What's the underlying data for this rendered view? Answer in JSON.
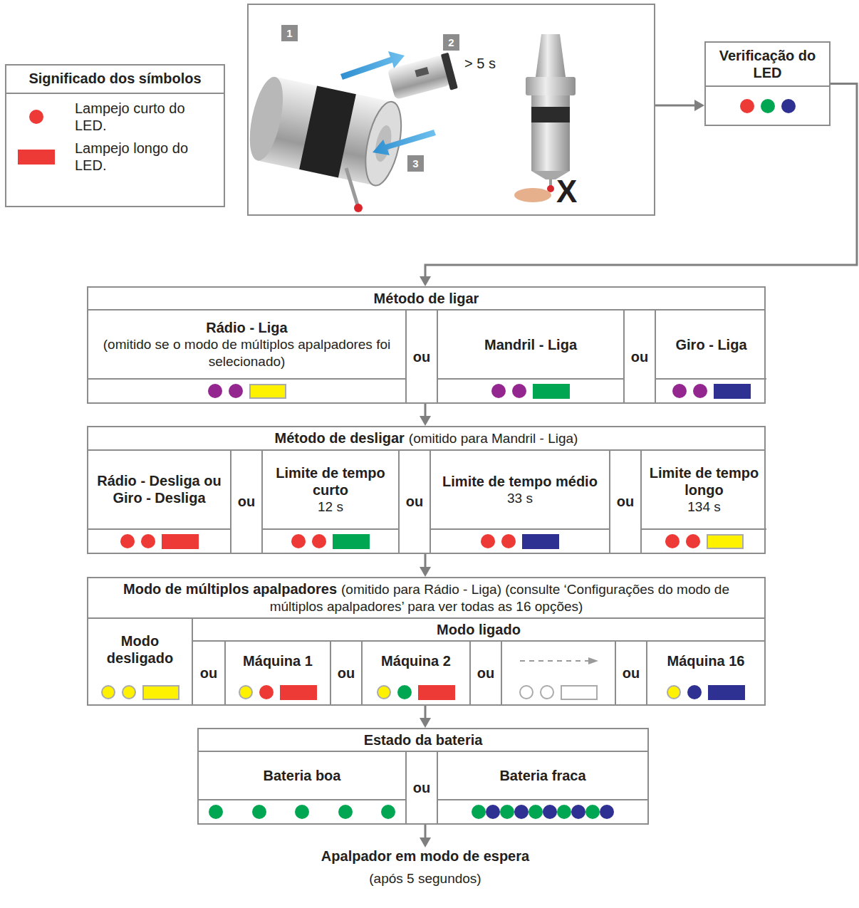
{
  "diagram": {
    "nodes": [
      {
        "text": [
          "> 5 s",
          "X"
        ]
      },
      {
        "text": [
          "1"
        ],
        "in": 0
      },
      {
        "text": [
          "2"
        ],
        "in": 0
      },
      {
        "text": [
          "3"
        ],
        "in": 0
      },
      {
        "text": [
          "Verificação do LED"
        ]
      },
      {
        "text": [
          "Método de ligar"
        ]
      },
      {
        "text": [
          "Rádio - Liga",
          "(omitido se o modo de múltiplos apalpadores foi selecionado)"
        ],
        "in": 5
      },
      {
        "text": [
          "Mandril - Liga"
        ],
        "in": 5
      },
      {
        "text": [
          "Giro - Liga"
        ],
        "in": 5
      },
      {
        "text": [
          "Método de desligar",
          "(omitido para Mandril - Liga)"
        ]
      },
      {
        "text": [
          "Rádio - Desliga ou Giro - Desliga"
        ],
        "in": 9
      },
      {
        "text": [
          "Limite de tempo curto",
          "12 s"
        ],
        "in": 9
      },
      {
        "text": [
          "Limite de tempo médio",
          "33 s"
        ],
        "in": 9
      },
      {
        "text": [
          "Limite de tempo longo",
          "134 s"
        ],
        "in": 9
      },
      {
        "text": [
          "Modo de múltiplos apalpadores",
          "(omitido para Rádio - Liga) (consulte ‘Configurações do modo de múltiplos apalpadores’ para ver todas as 16 opções)"
        ]
      },
      {
        "text": [
          "Modo desligado"
        ],
        "in": 14
      },
      {
        "text": [
          "Modo ligado"
        ],
        "in": 14
      },
      {
        "text": [
          "Máquina 1"
        ],
        "in": 16
      },
      {
        "text": [
          "Máquina 2"
        ],
        "in": 16
      },
      {
        "text": [
          "Máquina 16"
        ],
        "in": 16
      },
      {
        "text": [
          "Estado da bateria"
        ]
      },
      {
        "text": [
          "Bateria boa"
        ],
        "in": 20
      },
      {
        "text": [
          "Bateria fraca"
        ],
        "in": 20
      },
      {
        "text": [
          "Apalpador em modo de espera",
          "(após 5 segundos)"
        ]
      }
    ],
    "edges": [
      {
        "from": 0,
        "to": 4,
        "arrow": "to"
      },
      {
        "from": 4,
        "to": 5,
        "arrow": "to"
      },
      {
        "from": 5,
        "to": 9,
        "arrow": "to"
      },
      {
        "from": 9,
        "to": 14,
        "arrow": "to"
      },
      {
        "from": 14,
        "to": 20,
        "arrow": "to"
      },
      {
        "from": 20,
        "to": 23,
        "arrow": "to"
      }
    ],
    "labels": [
      "Significado dos símbolos",
      "ou",
      "ou",
      "ou",
      "ou",
      "ou",
      "ou",
      "ou",
      "ou",
      "ou",
      "ou"
    ],
    "legend": [
      {
        "text": "Lampejo curto do LED.",
        "color": "#ee3a36"
      },
      {
        "text": "Lampejo longo do LED.",
        "color": "#ee3a36"
      }
    ]
  }
}
